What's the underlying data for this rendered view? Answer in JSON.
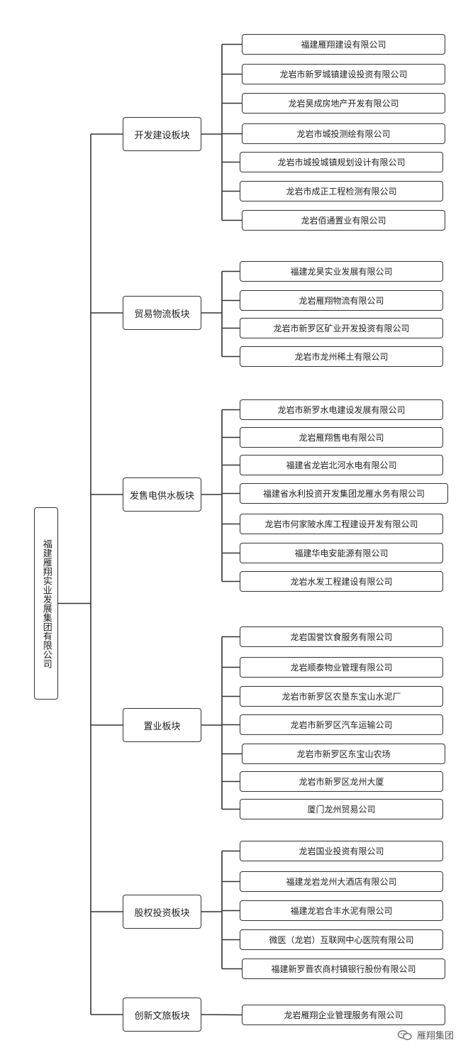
{
  "root": {
    "label": "福建雁翔实业发展集团有限公司"
  },
  "sectors": [
    {
      "name": "开发建设板块",
      "companies": [
        "福建雁翔建设有限公司",
        "龙岩市新罗城镇建设投资有限公司",
        "龙岩昊成房地产开发有限公司",
        "龙岩市城投测绘有限公司",
        "龙岩市城投城镇规划设计有限公司",
        "龙岩市成正工程检测有限公司",
        "龙岩佰通置业有限公司"
      ]
    },
    {
      "name": "贸易物流板块",
      "companies": [
        "福建龙昊实业发展有限公司",
        "龙岩雁翔物流有限公司",
        "龙岩市新罗区矿业开发投资有限公司",
        "龙岩市龙州稀土有限公司"
      ]
    },
    {
      "name": "发售电供水板块",
      "companies": [
        "龙岩市新罗水电建设发展有限公司",
        "龙岩雁翔售电有限公司",
        "福建省龙岩北河水电有限公司",
        "福建省水利投资开发集团龙雁水务有限公司",
        "龙岩市何家陂水库工程建设开发有限公司",
        "福建华电安能源有限公司",
        "龙岩水发工程建设有限公司"
      ]
    },
    {
      "name": "置业板块",
      "companies": [
        "龙岩国誉饮食服务有限公司",
        "龙岩顺泰物业管理有限公司",
        "龙岩市新罗区农垦东宝山水泥厂",
        "龙岩市新罗区汽车运输公司",
        "龙岩市新罗区东宝山农场",
        "龙岩市新罗区龙州大厦",
        "厦门龙州贸易公司"
      ]
    },
    {
      "name": "股权投资板块",
      "companies": [
        "龙岩国业投资有限公司",
        "福建龙岩龙州大酒店有限公司",
        "福建龙岩合丰水泥有限公司",
        "微医（龙岩）互联网中心医院有限公司",
        "福建新罗晋农商村镇银行股份有限公司"
      ]
    },
    {
      "name": "创新文旅板块",
      "companies": [
        "龙岩雁翔企业管理服务有限公司"
      ]
    }
  ],
  "watermark": {
    "text": "雁翔集团",
    "icon": "wechat-official-account-icon"
  }
}
